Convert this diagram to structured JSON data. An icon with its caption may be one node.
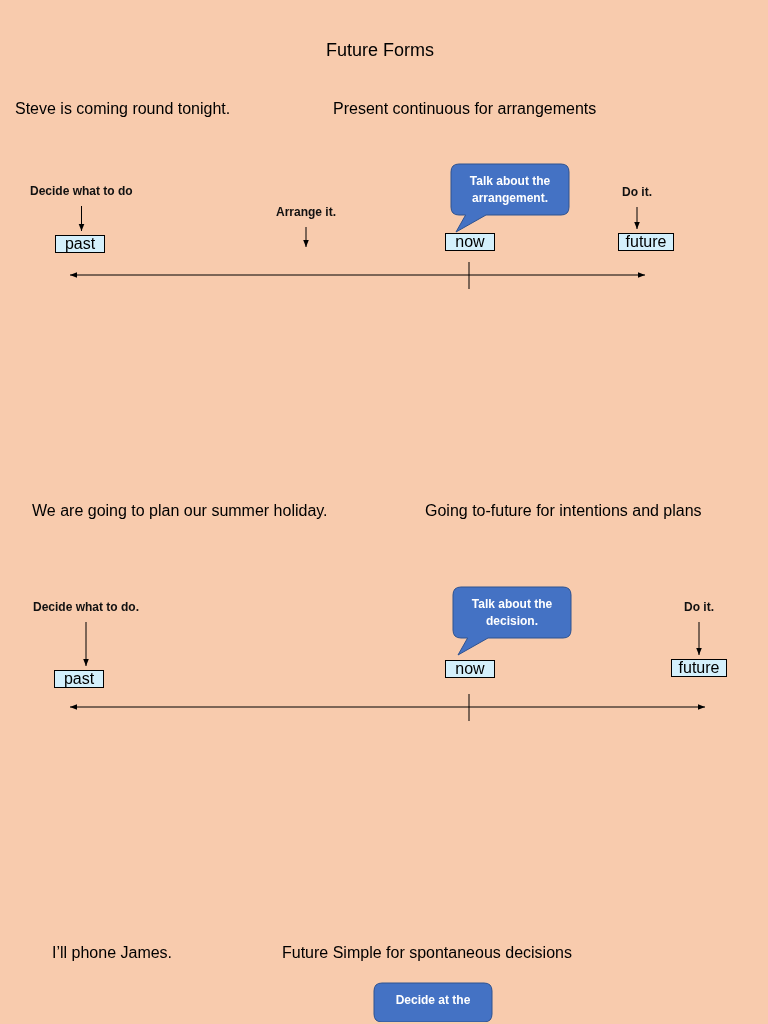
{
  "diagram": {
    "title": "Future Forms",
    "nodes": [
      {
        "text": [
          "Decide what to do"
        ]
      },
      {
        "text": [
          "Talk about the arrangement."
        ]
      },
      {
        "text": [
          "Do it."
        ]
      },
      {
        "text": [
          "Arrange it."
        ]
      },
      {
        "text": [
          "past"
        ]
      },
      {
        "text": [
          "now"
        ]
      },
      {
        "text": [
          "future"
        ]
      },
      {
        "text": [
          "Decide what to do."
        ]
      },
      {
        "text": [
          "Talk about the decision."
        ]
      },
      {
        "text": [
          "Do it."
        ]
      },
      {
        "text": [
          "past"
        ]
      },
      {
        "text": [
          "now"
        ]
      },
      {
        "text": [
          "future"
        ]
      },
      {
        "text": [
          "Decide at the"
        ]
      }
    ],
    "edges": [
      {
        "from": 0,
        "to": 4,
        "arrow": "to"
      },
      {
        "from": 3,
        "to": null,
        "arrow": "to"
      },
      {
        "from": 2,
        "to": 6,
        "arrow": "to"
      },
      {
        "from": 7,
        "to": 10,
        "arrow": "to"
      },
      {
        "from": 9,
        "to": 12,
        "arrow": "to"
      }
    ],
    "labels": [
      "Steve is coming round tonight.",
      "Present continuous for arrangements",
      "We are going to plan our summer holiday.",
      "Going to-future for intentions and plans",
      "I’ll phone James.",
      "Future Simple for spontaneous decisions"
    ]
  }
}
